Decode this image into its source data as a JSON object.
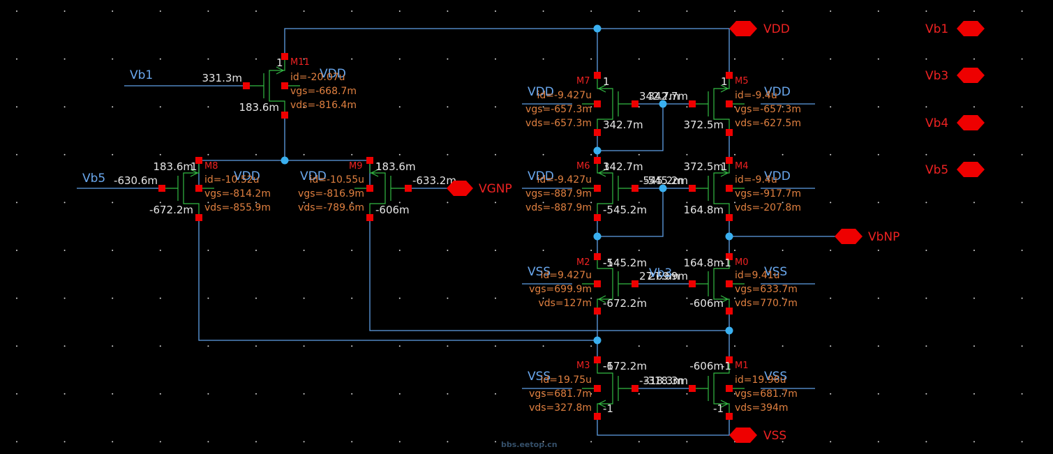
{
  "pins": {
    "vdd": "VDD",
    "vss": "VSS",
    "vgnp": "VGNP",
    "vbnp": "VbNP",
    "legend": [
      "Vb1",
      "Vb3",
      "Vb4",
      "Vb5"
    ]
  },
  "nets": {
    "vb1": "Vb1",
    "vb5": "Vb5",
    "vb3": "Vb3"
  },
  "watermark": "bbs.eetop.cn",
  "devices": {
    "M11": {
      "name": "M11",
      "bulk": "VDD",
      "mult": "1",
      "id": "id=-20.07u",
      "vgs": "vgs=-668.7m",
      "vds": "vds=-816.4m",
      "vg": "331.3m",
      "vs": "183.6m"
    },
    "M8": {
      "name": "M8",
      "bulk": "VDD",
      "mult": "1",
      "id": "id=-10.52u",
      "vgs": "vgs=-814.2m",
      "vds": "vds=-855.9m",
      "vd": "183.6m",
      "vg": "-630.6m",
      "vs": "-672.2m"
    },
    "M9": {
      "name": "M9",
      "bulk": "VDD",
      "mult": "1",
      "id": "id=-10.55u",
      "vgs": "vgs=-816.9m",
      "vds": "vds=-789.6m",
      "vd": "183.6m",
      "vg": "-633.2m",
      "vs": "-606m"
    },
    "M7": {
      "name": "M7",
      "bulk": "VDD",
      "mult": "1",
      "id": "id=-9.427u",
      "vgs": "vgs=-657.3m",
      "vds": "vds=-657.3m",
      "vg": "342.7m",
      "vs": "342.7m"
    },
    "M5": {
      "name": "M5",
      "bulk": "VDD",
      "mult": "1",
      "id": "id=-9.4u",
      "vgs": "vgs=-657.3m",
      "vds": "vds=-627.5m",
      "vg": "342.7m",
      "vs": "372.5m"
    },
    "M6": {
      "name": "M6",
      "bulk": "VDD",
      "mult": "1",
      "id": "id=-9.427u",
      "vgs": "vgs=-887.9m",
      "vds": "vds=-887.9m",
      "vd": "342.7m",
      "vg": "-545.2m",
      "vs": "-545.2m"
    },
    "M4": {
      "name": "M4",
      "bulk": "VDD",
      "mult": "1",
      "id": "id=-9.4u",
      "vgs": "vgs=-917.7m",
      "vds": "vds=-207.8m",
      "vd": "372.5m",
      "vg": "-545.2m",
      "vs": "164.8m"
    },
    "M2": {
      "name": "M2",
      "bulk": "VSS",
      "mult": "-1",
      "id": "id=9.427u",
      "vgs": "vgs=699.9m",
      "vds": "vds=127m",
      "vd": "-545.2m",
      "vg": "27.69m",
      "vs": "-672.2m"
    },
    "M0": {
      "name": "M0",
      "bulk": "VSS",
      "mult": "-1",
      "id": "id=9.41u",
      "vgs": "vgs=633.7m",
      "vds": "vds=770.7m",
      "vd": "164.8m",
      "vg": "27.69m",
      "vs": "-606m"
    },
    "M3": {
      "name": "M3",
      "bulk": "VSS",
      "mult": "-1",
      "id": "id=19.75u",
      "vgs": "vgs=681.7m",
      "vds": "vds=327.8m",
      "vd": "-672.2m",
      "vg": "-318.3m",
      "vs": "-1"
    },
    "M1": {
      "name": "M1",
      "bulk": "VSS",
      "mult": "-1",
      "id": "id=19.96u",
      "vgs": "vgs=681.7m",
      "vds": "vds=394m",
      "vd": "-606m",
      "vg": "-318.3m",
      "vs": "-1"
    }
  }
}
